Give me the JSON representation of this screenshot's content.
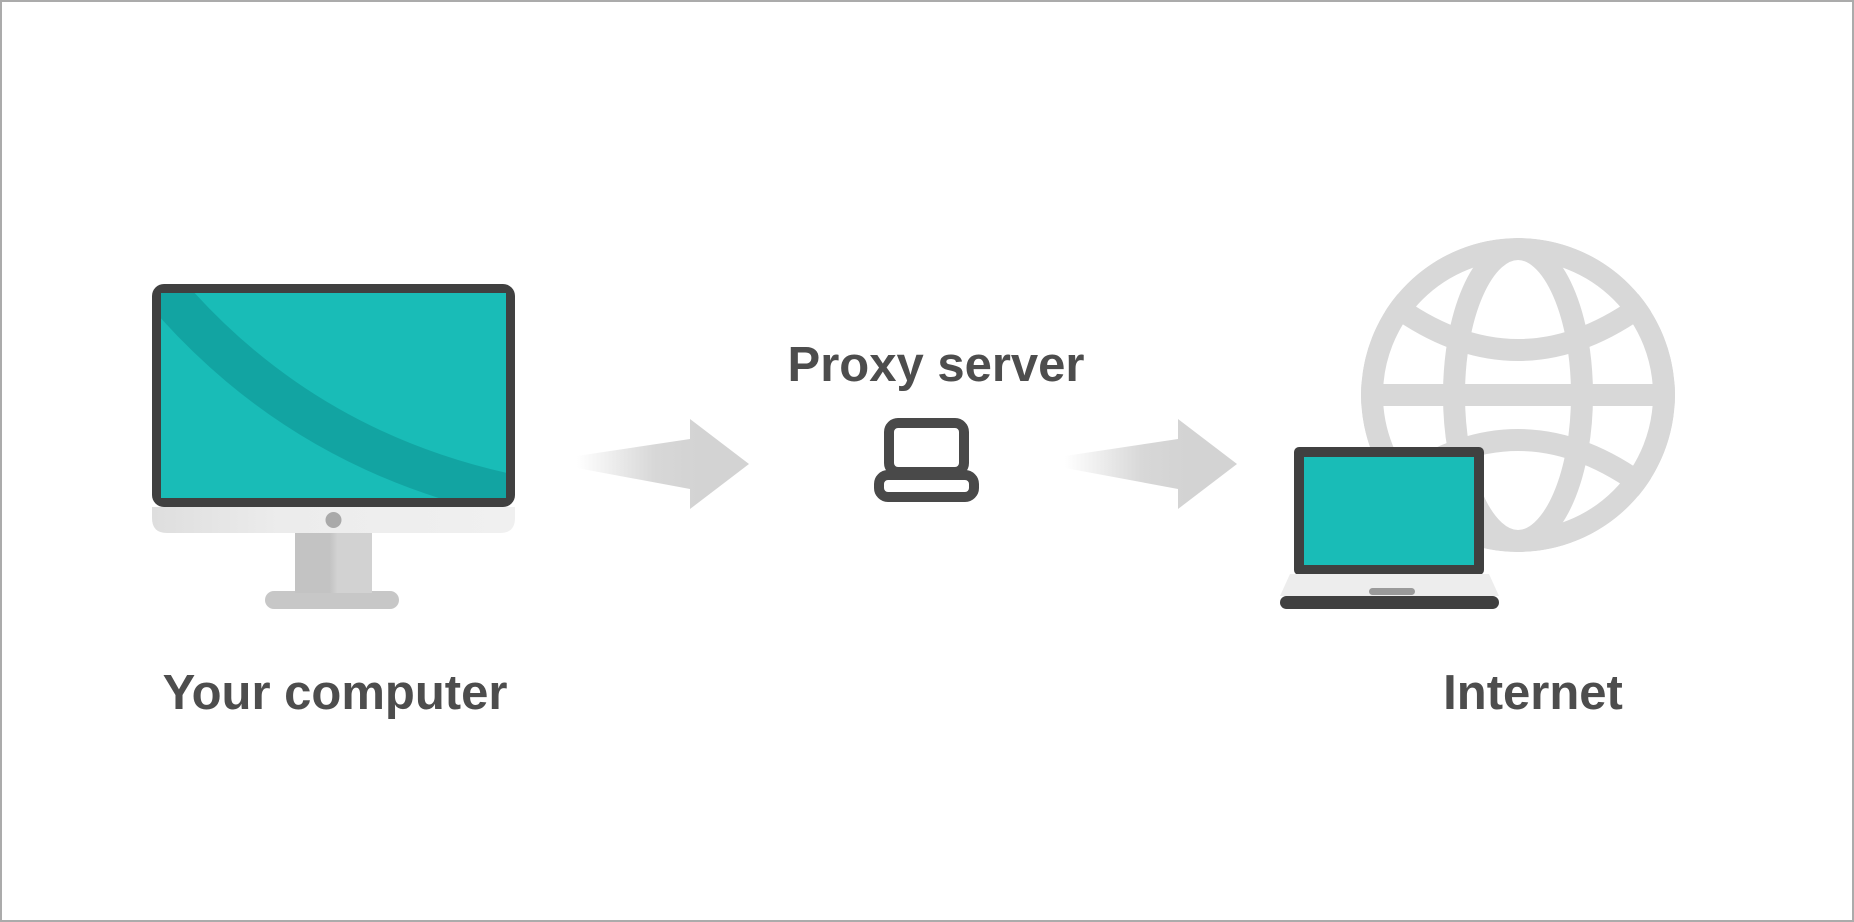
{
  "diagram": {
    "nodes": [
      {
        "id": "your-computer",
        "label": "Your computer",
        "icon": "desktop-computer-icon"
      },
      {
        "id": "proxy-server",
        "label": "Proxy server",
        "icon": "laptop-outline-icon"
      },
      {
        "id": "internet",
        "label": "Internet",
        "icon": "globe-laptop-icon"
      }
    ],
    "connectors": [
      {
        "from": "your-computer",
        "to": "proxy-server",
        "icon": "arrow-right-icon"
      },
      {
        "from": "proxy-server",
        "to": "internet",
        "icon": "arrow-right-icon"
      }
    ]
  },
  "theme": {
    "background": "#ffffff",
    "border_color": "#ababab",
    "text_color": "#4d4d4d",
    "teal": "#19bcb7",
    "teal_dark": "#12a4a2",
    "device_frame": "#404040",
    "icon_stroke": "#494949",
    "light_gray": "#d8d8d8",
    "arrow_gray": "#d3d3d3",
    "deck_gray": "#ededed",
    "hinge_gray": "#9a9a9a",
    "stand_gray": "#c7c7c7",
    "cam_gray": "#a9a9a9"
  }
}
